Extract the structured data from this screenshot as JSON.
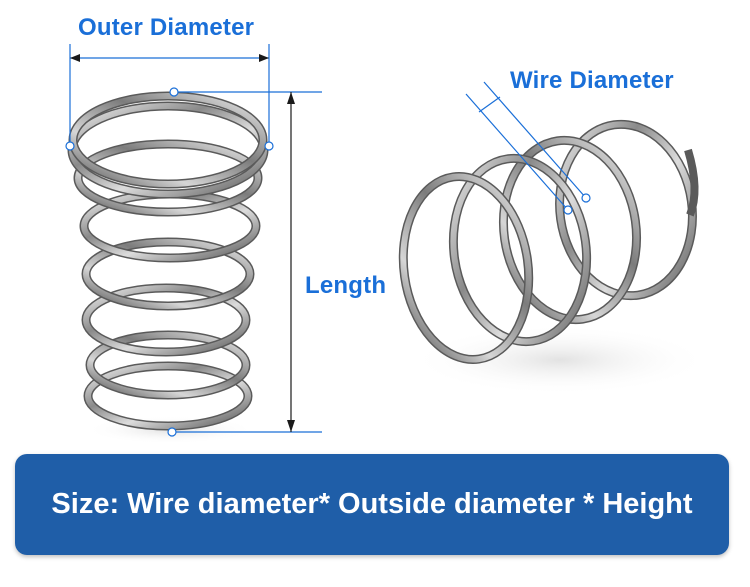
{
  "labels": {
    "outer_diameter": "Outer Diameter",
    "wire_diameter": "Wire Diameter",
    "length": "Length"
  },
  "banner": {
    "text": "Size: Wire diameter* Outside diameter * Height"
  },
  "colors": {
    "label_blue": "#1a6fd8",
    "banner_blue": "#1f5ea8",
    "banner_text": "#ffffff",
    "steel_dark": "#4a4a4a",
    "steel_light": "#e8e8e8"
  },
  "icons": {
    "left_spring": "compression-spring-upright",
    "right_spring": "compression-spring-side"
  }
}
